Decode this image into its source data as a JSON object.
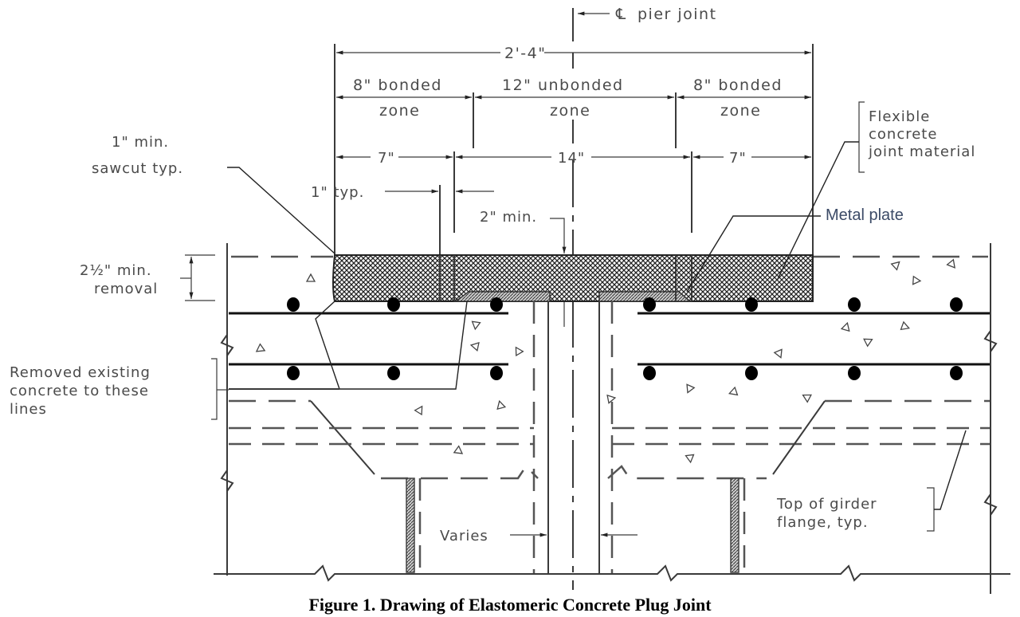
{
  "figure": {
    "caption": "Figure 1.  Drawing of Elastomeric Concrete Plug Joint"
  },
  "labels": {
    "centerline_symbol": "℄",
    "centerline": "pier joint",
    "overall_width": "2'-4\"",
    "zone_left_top": "8\" bonded",
    "zone_left_bottom": "zone",
    "zone_center_top": "12\" unbonded",
    "zone_center_bottom": "zone",
    "zone_right_top": "8\" bonded",
    "zone_right_bottom": "zone",
    "dim_left": "7\"",
    "dim_center": "14\"",
    "dim_right": "7\"",
    "sawcut_line1": "1\" min.",
    "sawcut_line2": "sawcut typ.",
    "one_inch_typ": "1\" typ.",
    "two_inch_min": "2\" min.",
    "removal_line1": "2½\" min.",
    "removal_line2": "removal",
    "flexible_line1": "Flexible",
    "flexible_line2": "concrete",
    "flexible_line3": "joint material",
    "metal_plate": "Metal plate",
    "removed_line1": "Removed existing",
    "removed_line2": "concrete to these",
    "removed_line3": "lines",
    "girder_line1": "Top of girder",
    "girder_line2": "flange, typ.",
    "varies": "Varies"
  },
  "colors": {
    "joint_fill": "#5a5a5a",
    "plate_fill": "#8a8a8a",
    "annotation_blue": "#3b4a66"
  }
}
